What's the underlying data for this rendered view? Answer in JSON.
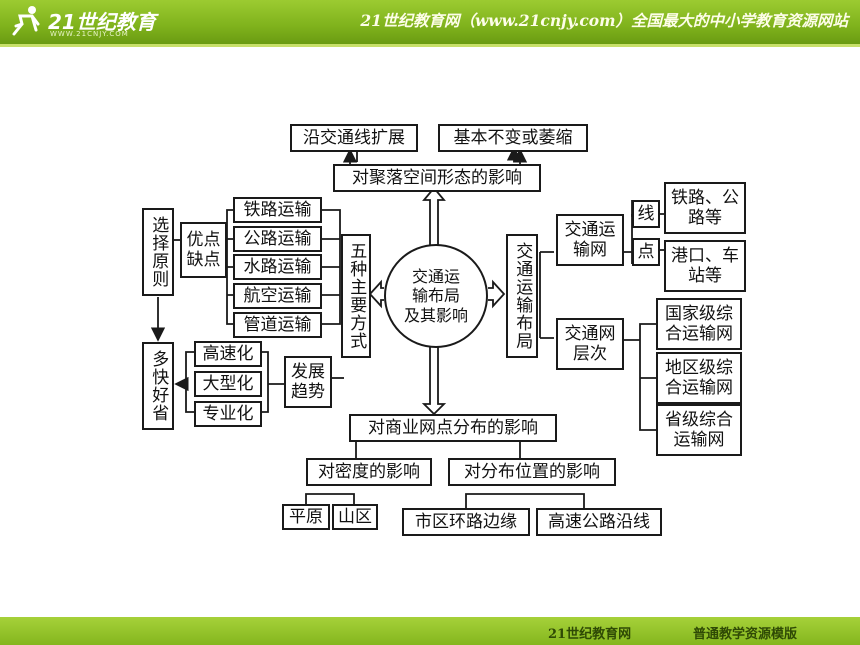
{
  "header": {
    "logo_text": "21世纪教育",
    "logo_sub": "WWW.21CNJY.COM",
    "title": "21世纪教育网（www.21cnjy.com）全国最大的中小学教育资源网站"
  },
  "footer": {
    "left": "21世纪教育网",
    "right": "普通教学资源模版"
  },
  "diagram": {
    "center": "交通运\n输布局\n及其影响",
    "top_branch": {
      "main": "对聚落空间形态的影响",
      "left": "沿交通线扩展",
      "right": "基本不变或萎缩"
    },
    "left_branch": {
      "main": "五种主要方式",
      "modes": [
        "铁路运输",
        "公路运输",
        "水路运输",
        "航空运输",
        "管道运输"
      ],
      "pros_cons": "优点\n缺点",
      "select": "选择原则",
      "principle": "多快好省",
      "trend": "发展\n趋势",
      "trends": [
        "高速化",
        "大型化",
        "专业化"
      ]
    },
    "right_branch": {
      "main": "交通运输布局",
      "network": "交通运\n输网",
      "line": "线",
      "point": "点",
      "line_items": "铁路、公\n路等",
      "point_items": "港口、车\n站等",
      "levels": "交通网\n层次",
      "level_items": [
        "国家级综\n合运输网",
        "地区级综\n合运输网",
        "省级综合\n运输网"
      ]
    },
    "bottom_branch": {
      "main": "对商业网点分布的影响",
      "density": "对密度的影响",
      "location": "对分布位置的影响",
      "plain": "平原",
      "mountain": "山区",
      "ring": "市区环路边缘",
      "highway": "高速公路沿线"
    }
  },
  "colors": {
    "header_green": "#8cbf25",
    "header_text": "#fdfde8",
    "footer_text": "#2f4a05"
  }
}
